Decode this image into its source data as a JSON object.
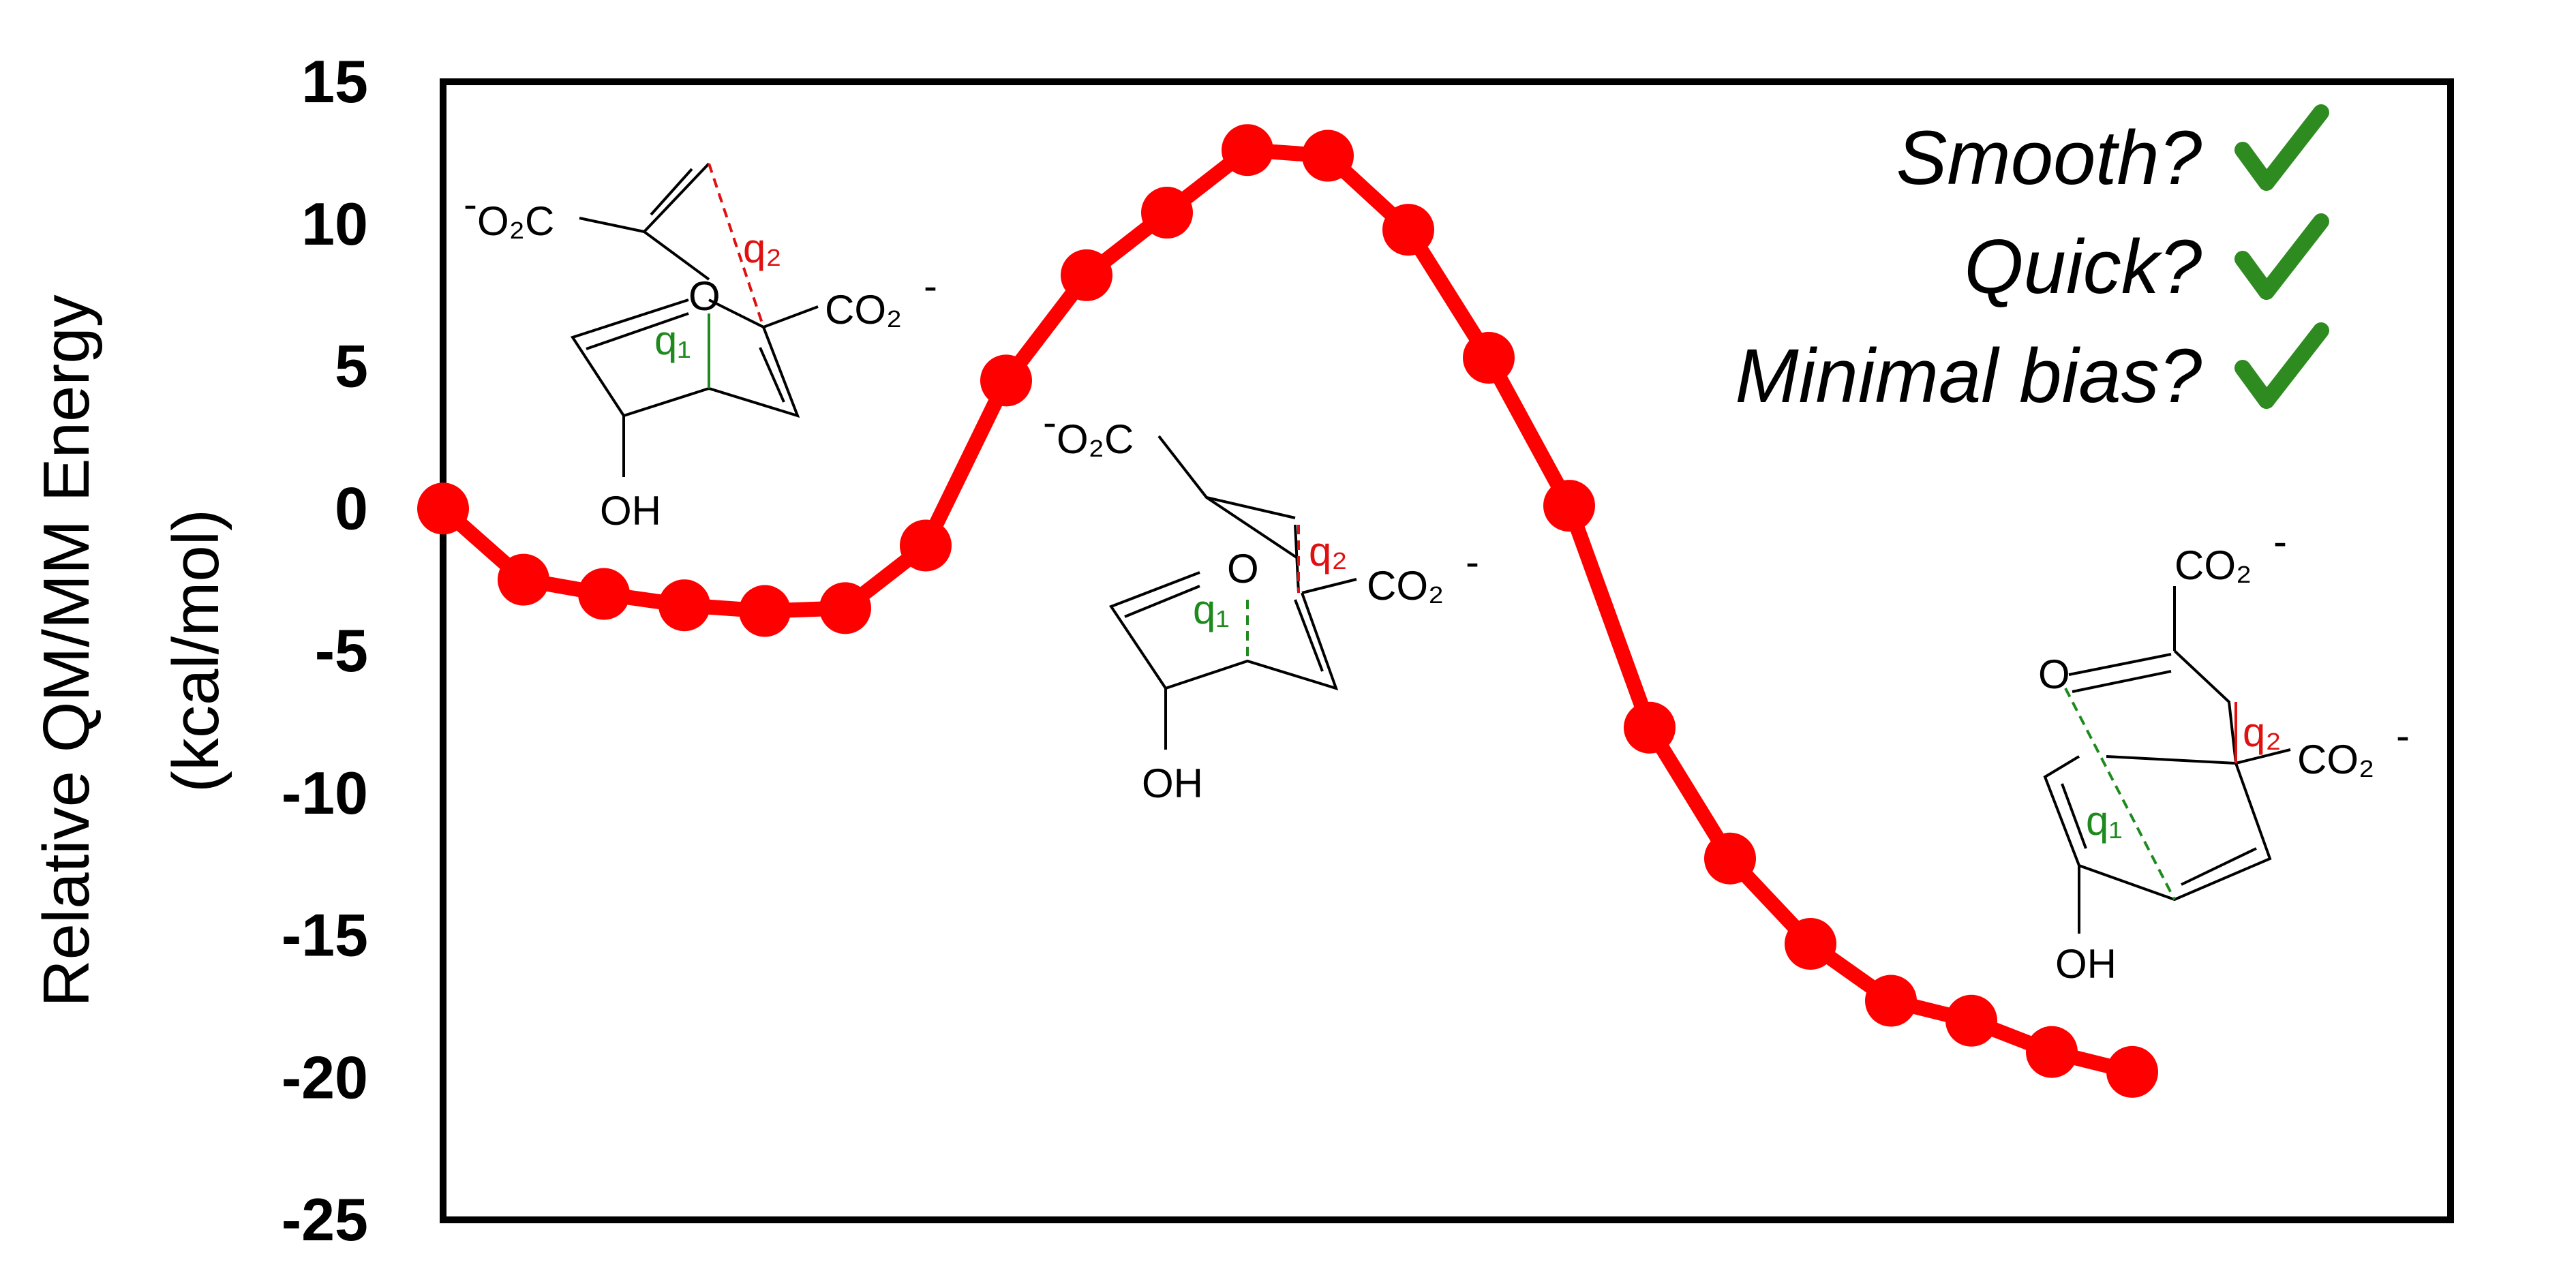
{
  "chart_data": {
    "type": "line",
    "ylabel_line1": "Relative QM/MM Energy",
    "ylabel_line2": "(kcal/mol)",
    "ylim": [
      -25,
      15
    ],
    "yticks": [
      "15",
      "10",
      "5",
      "0",
      "-5",
      "-10",
      "-15",
      "-20",
      "-25"
    ],
    "grid": false,
    "series": [
      {
        "color": "#ff0000",
        "values": [
          0,
          -2.5,
          -3.0,
          -3.4,
          -3.6,
          -3.5,
          -1.3,
          4.5,
          8.2,
          10.4,
          12.6,
          12.4,
          9.8,
          5.3,
          0.1,
          -7.7,
          -12.3,
          -15.3,
          -17.3,
          -18.0,
          -19.1,
          -19.8
        ]
      }
    ],
    "annotations": {
      "smooth": "Smooth?",
      "quick": "Quick?",
      "minimal_bias": "Minimal bias?",
      "check_color": "#2e8b20"
    },
    "structures": {
      "reactant": {
        "carboxylate_top": "O₂C",
        "charge": "-",
        "carboxylate_right": "CO₂",
        "ether_o": "O",
        "hydroxyl": "OH",
        "q1": "q₁",
        "q2": "q₂"
      },
      "transition_state": {
        "carboxylate_top": "O₂C",
        "charge": "-",
        "carboxylate_right": "CO₂",
        "ether_o": "O",
        "hydroxyl": "OH",
        "q1": "q₁",
        "q2": "q₂"
      },
      "product": {
        "carboxylate_top": "CO₂",
        "charge": "-",
        "carboxylate_right": "CO₂",
        "ketone_o": "O",
        "hydroxyl": "OH",
        "q1": "q₁",
        "q2": "q₂"
      }
    }
  }
}
